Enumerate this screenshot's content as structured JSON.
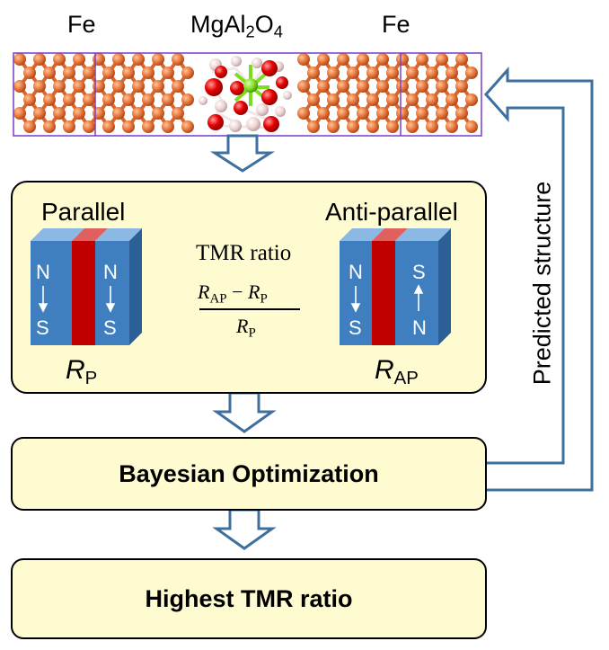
{
  "top": {
    "left_label": "Fe",
    "center_label_main": "MgAl",
    "center_label_sub1": "2",
    "center_label_mid": "O",
    "center_label_sub2": "4",
    "right_label": "Fe"
  },
  "tmr_box": {
    "parallel_label": "Parallel",
    "antiparallel_label": "Anti-parallel",
    "ratio_label": "TMR ratio",
    "formula": {
      "num_r1": "R",
      "num_r1_sub": "AP",
      "num_minus": "−",
      "num_r2": "R",
      "num_r2_sub": "P",
      "den_r": "R",
      "den_sub": "P"
    },
    "rp_main": "R",
    "rp_sub": "P",
    "rap_main": "R",
    "rap_sub": "AP",
    "magnet_p_left": {
      "top": "N",
      "bottom": "S"
    },
    "magnet_p_right": {
      "top": "N",
      "bottom": "S"
    },
    "magnet_ap_left": {
      "top": "N",
      "bottom": "S"
    },
    "magnet_ap_right": {
      "top": "S",
      "bottom": "N"
    }
  },
  "bayesian_label": "Bayesian Optimization",
  "highest_label": "Highest TMR ratio",
  "feedback_label": "Predicted structure",
  "colors": {
    "box_fill": "#fffbd0",
    "arrow_blue": "#3f6f9f",
    "magnet_blue": "#3f7fc0",
    "magnet_red": "#c00000",
    "fe_orange": "#e8763a",
    "o_red": "#e60000",
    "mg_green": "#7ddc1f",
    "al_pink": "#e9c6c6",
    "cell_purple": "#7a3cc8"
  }
}
